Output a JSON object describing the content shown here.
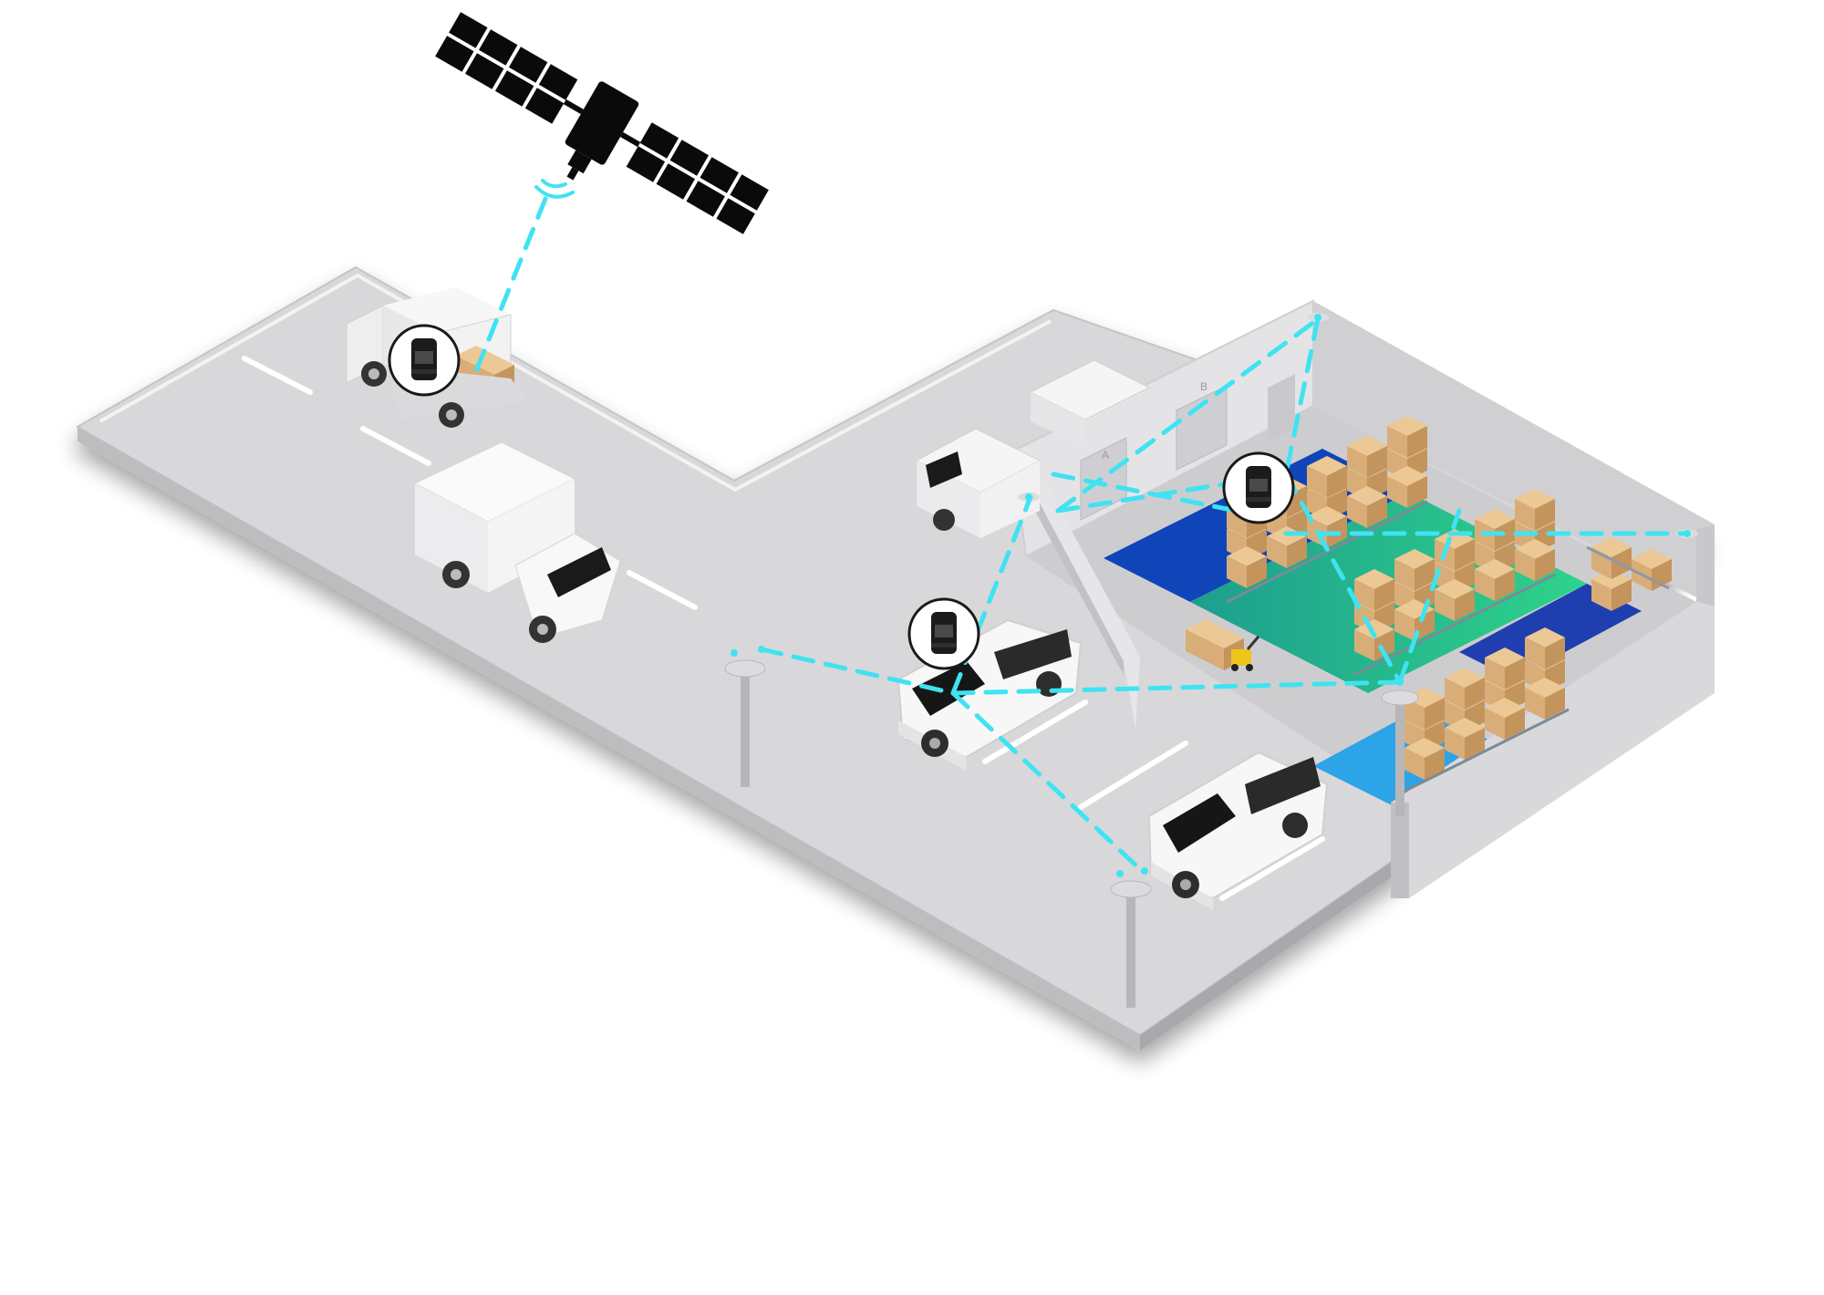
{
  "scene": {
    "type": "isometric logistics tracking illustration",
    "colors": {
      "background": "#ffffff",
      "ground": "#d7d7d9",
      "ground_edge": "#b9b9bc",
      "wall": "#e3e3e5",
      "signal": "#3fe3f2",
      "zone_blue": "#0d3fb5",
      "zone_green": "#19b98a",
      "zone_light": "#2ea4e8",
      "box": "#d9ad78",
      "satellite": "#0a0a0a"
    },
    "door_labels": [
      "A",
      "B"
    ],
    "icons": [
      "satellite-icon",
      "tracker-device-icon",
      "anchor-pole-icon",
      "truck-icon",
      "van-icon",
      "forklift-icon",
      "pallet-rack-icon"
    ]
  }
}
